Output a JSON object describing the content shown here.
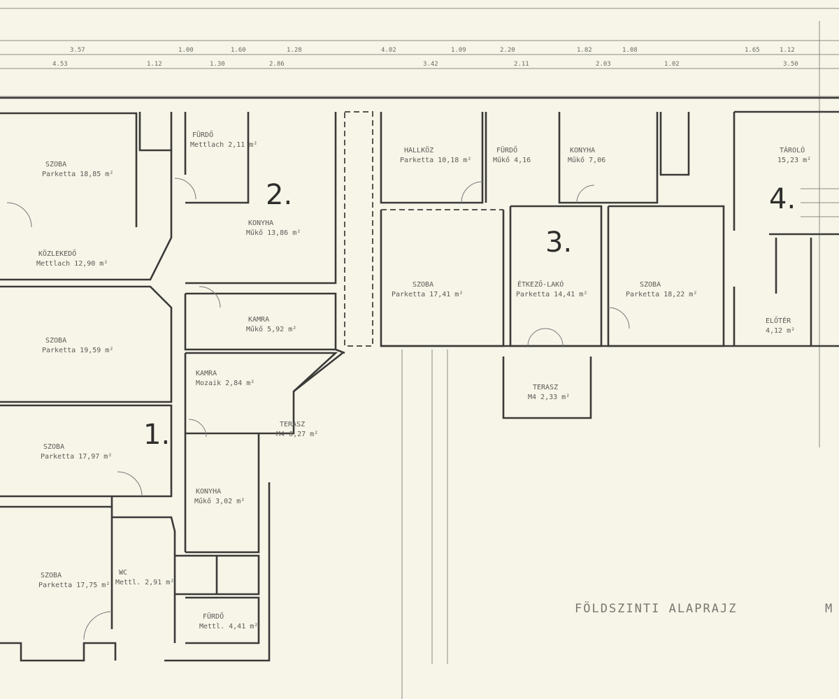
{
  "title": "FÖLDSZINTI ALAPRAJZ",
  "title_scale_prefix": "M",
  "dimensions_top_row": [
    "3.57",
    "1.00",
    "1.60",
    "1.28",
    "4.02",
    "1.09",
    "2.20",
    "1.82",
    "1.08",
    "1.65",
    "1.12"
  ],
  "dimensions_bottom_row": [
    "4.53",
    "1.12",
    "1.30",
    "2.86",
    "3.42",
    "2.11",
    "2.03",
    "1.02",
    "3.50"
  ],
  "unit_numbers": [
    "1.",
    "2.",
    "3.",
    "4."
  ],
  "rooms": [
    {
      "name": "SZOBA",
      "detail": "Parketta 18,85 m²"
    },
    {
      "name": "FÜRDŐ",
      "detail": "Mettlach 2,11 m²"
    },
    {
      "name": "KONYHA",
      "detail": "Műkő 13,86 m²"
    },
    {
      "name": "KÖZLEKEDŐ",
      "detail": "Mettlach 12,90 m²"
    },
    {
      "name": "SZOBA",
      "detail": "Parketta 19,59 m²"
    },
    {
      "name": "KAMRA",
      "detail": "Műkő 5,92 m²"
    },
    {
      "name": "KAMRA",
      "detail": "Mozaik 2,84 m²"
    },
    {
      "name": "SZOBA",
      "detail": "Parketta 17,97 m²"
    },
    {
      "name": "KONYHA",
      "detail": "Műkő 3,02 m²"
    },
    {
      "name": "SZOBA",
      "detail": "Parketta 17,75 m²"
    },
    {
      "name": "WC",
      "detail": "Mettl. 2,91 m²"
    },
    {
      "name": "FÜRDŐ",
      "detail": "Mettl. 4,41 m²"
    },
    {
      "name": "TERASZ",
      "detail": "M4 6,27 m²"
    },
    {
      "name": "HALLKÖZ",
      "detail": "Parketta 10,18 m²"
    },
    {
      "name": "FÜRDŐ",
      "detail": "Műkő 4,16"
    },
    {
      "name": "KONYHA",
      "detail": "Műkő 7,06"
    },
    {
      "name": "SZOBA",
      "detail": "Parketta 17,41 m²"
    },
    {
      "name": "ÉTKEZŐ-LAKÓ",
      "detail": "Parketta 14,41 m²"
    },
    {
      "name": "SZOBA",
      "detail": "Parketta 18,22 m²"
    },
    {
      "name": "TERASZ",
      "detail": "M4 2,33 m²"
    },
    {
      "name": "TÁROLÓ",
      "detail": "15,23 m²"
    },
    {
      "name": "ELŐTÉR",
      "detail": "4,12 m²"
    }
  ]
}
